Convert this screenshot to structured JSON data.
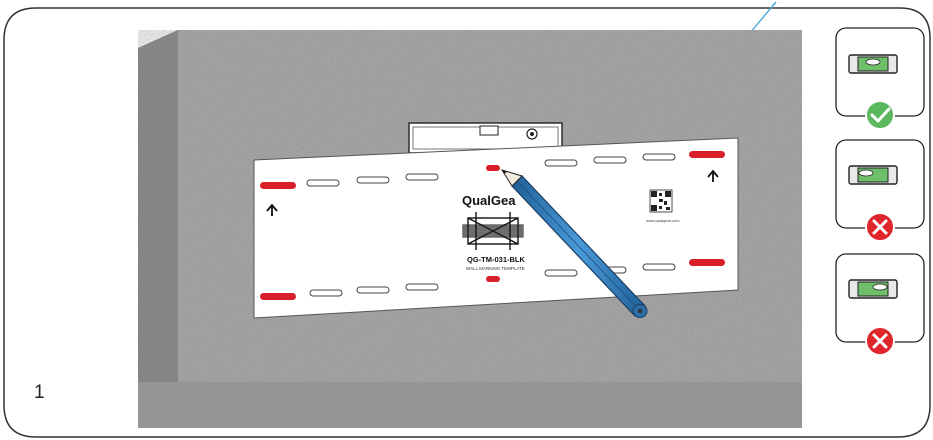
{
  "step": {
    "number": "1"
  },
  "template": {
    "brand": "QualGea",
    "model": "QG-TM-031-BLK",
    "subtitle": "WALL MARKING TEMPLATE",
    "url": "www.qualgear.com"
  },
  "level_checks": [
    {
      "result": "correct",
      "icon": "check-icon",
      "color": "#5cb85c"
    },
    {
      "result": "incorrect",
      "icon": "cross-icon",
      "color": "#e0262d"
    },
    {
      "result": "incorrect",
      "icon": "cross-icon",
      "color": "#e0262d"
    }
  ],
  "colors": {
    "wall": "#a8a8a8",
    "wall_side": "#8c8c8c",
    "mark_red": "#d9202a",
    "pencil_blue": "#3a86c8",
    "level_green": "#6fbf6a",
    "callout_line": "#4aa8d8"
  }
}
